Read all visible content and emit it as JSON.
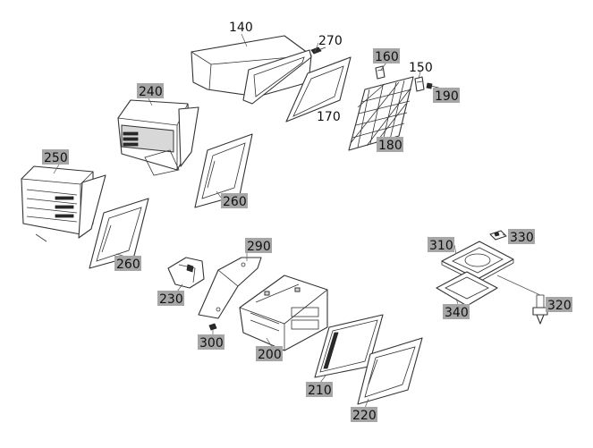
{
  "callouts": {
    "c140": "140",
    "c270": "270",
    "c160": "160",
    "c150": "150",
    "c190": "190",
    "c170": "170",
    "c180": "180",
    "c240": "240",
    "c250": "250",
    "c260a": "260",
    "c260b": "260",
    "c290": "290",
    "c230": "230",
    "c300": "300",
    "c200": "200",
    "c210": "210",
    "c220": "220",
    "c310": "310",
    "c330": "330",
    "c320": "320",
    "c340": "340"
  },
  "colors": {
    "callout_background": "#a6a6a6",
    "line": "#333333",
    "page_background": "#ffffff"
  }
}
